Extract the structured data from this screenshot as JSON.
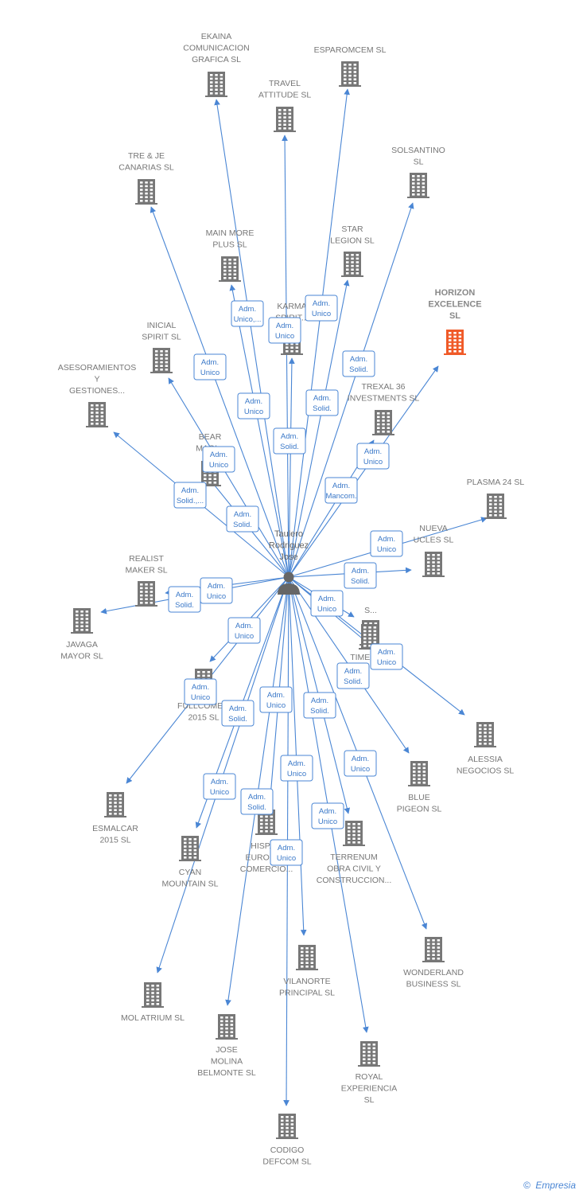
{
  "colors": {
    "edge": "#4a86d4",
    "node": "#777777",
    "highlight": "#f05a28",
    "center": "#666666"
  },
  "center": {
    "label": [
      "Taulero",
      "Rodriguez",
      "Jose"
    ],
    "icon": "person-icon"
  },
  "nodes": [
    {
      "id": "ekaina",
      "label": [
        "EKAINA",
        "COMUNICACION",
        "GRAFICA  SL"
      ],
      "icon": "building-icon"
    },
    {
      "id": "esparomcem",
      "label": [
        "ESPAROMCEM SL"
      ],
      "icon": "building-icon"
    },
    {
      "id": "travel",
      "label": [
        "TRAVEL",
        "ATTITUDE  SL"
      ],
      "icon": "building-icon"
    },
    {
      "id": "solsantino",
      "label": [
        "SOLSANTINO",
        "SL"
      ],
      "icon": "building-icon"
    },
    {
      "id": "treje",
      "label": [
        "TRE & JE",
        "CANARIAS  SL"
      ],
      "icon": "building-icon"
    },
    {
      "id": "mainmore",
      "label": [
        "MAIN MORE",
        "PLUS  SL"
      ],
      "icon": "building-icon"
    },
    {
      "id": "star",
      "label": [
        "STAR",
        "LEGION  SL"
      ],
      "icon": "building-icon"
    },
    {
      "id": "horizon",
      "label": [
        "HORIZON",
        "EXCELENCE",
        "SL"
      ],
      "icon": "building-icon",
      "highlight": true
    },
    {
      "id": "karma",
      "label": [
        "KARMA",
        "SPIRIT..."
      ],
      "icon": "building-icon"
    },
    {
      "id": "inicial",
      "label": [
        "INICIAL",
        "SPIRIT  SL"
      ],
      "icon": "building-icon"
    },
    {
      "id": "asesor",
      "label": [
        "ASESORAMIENTOS",
        "Y",
        "GESTIONES..."
      ],
      "icon": "building-icon"
    },
    {
      "id": "trexal",
      "label": [
        "TREXAL 36",
        "INVESTMENTS SL"
      ],
      "icon": "building-icon"
    },
    {
      "id": "bear",
      "label": [
        "BEAR",
        "MAGI..."
      ],
      "icon": "building-icon"
    },
    {
      "id": "plasma",
      "label": [
        "PLASMA 24 SL"
      ],
      "icon": "building-icon"
    },
    {
      "id": "nueva",
      "label": [
        "NUEVA",
        "UCLES  SL"
      ],
      "icon": "building-icon"
    },
    {
      "id": "realist",
      "label": [
        "REALIST",
        "MAKER  SL"
      ],
      "icon": "building-icon"
    },
    {
      "id": "javaga",
      "label": [
        "JAVAGA",
        "MAYOR  SL"
      ],
      "icon": "building-icon"
    },
    {
      "id": "sl3",
      "label": [
        "S..."
      ],
      "icon": "building-icon"
    },
    {
      "id": "time",
      "label": [
        "TIME...  SL"
      ],
      "icon": "building-icon"
    },
    {
      "id": "fullcome",
      "label": [
        "FULLCOME...",
        "2015  SL"
      ],
      "icon": "building-icon"
    },
    {
      "id": "alessia",
      "label": [
        "ALESSIA",
        "NEGOCIOS  SL"
      ],
      "icon": "building-icon"
    },
    {
      "id": "esmalcar",
      "label": [
        "ESMALCAR",
        "2015  SL"
      ],
      "icon": "building-icon"
    },
    {
      "id": "blue",
      "label": [
        "BLUE",
        "PIGEON  SL"
      ],
      "icon": "building-icon"
    },
    {
      "id": "cyan",
      "label": [
        "CYAN",
        "MOUNTAIN  SL"
      ],
      "icon": "building-icon"
    },
    {
      "id": "hispa",
      "label": [
        "HISPA...",
        "EUROPE...",
        "COMERCIO..."
      ],
      "icon": "building-icon"
    },
    {
      "id": "terrenum",
      "label": [
        "TERRENUM",
        "OBRA CIVIL Y",
        "CONSTRUCCION..."
      ],
      "icon": "building-icon"
    },
    {
      "id": "wonderland",
      "label": [
        "WONDERLAND",
        "BUSINESS  SL"
      ],
      "icon": "building-icon"
    },
    {
      "id": "molatrium",
      "label": [
        "MOL ATRIUM  SL"
      ],
      "icon": "building-icon"
    },
    {
      "id": "vilanorte",
      "label": [
        "VILANORTE",
        "PRINCIPAL  SL"
      ],
      "icon": "building-icon"
    },
    {
      "id": "josemolina",
      "label": [
        "JOSE",
        "MOLINA",
        "BELMONTE  SL"
      ],
      "icon": "building-icon"
    },
    {
      "id": "royal",
      "label": [
        "ROYAL",
        "EXPERIENCIA",
        "SL"
      ],
      "icon": "building-icon"
    },
    {
      "id": "codigo",
      "label": [
        "CODIGO",
        "DEFCOM  SL"
      ],
      "icon": "building-icon"
    }
  ],
  "roles": [
    {
      "target": "ekaina",
      "label": [
        "Adm.",
        "Unico"
      ]
    },
    {
      "target": "esparomcem",
      "label": [
        "Adm.",
        "Unico"
      ]
    },
    {
      "target": "travel",
      "label": [
        "Adm.",
        "Unico"
      ]
    },
    {
      "target": "solsantino",
      "label": [
        "Adm.",
        "Solid."
      ]
    },
    {
      "target": "treje",
      "label": [
        "Adm.",
        "Unico"
      ]
    },
    {
      "target": "mainmore",
      "label": [
        "Adm.",
        "Unico,..."
      ]
    },
    {
      "target": "star",
      "label": [
        "Adm.",
        "Solid."
      ]
    },
    {
      "target": "horizon",
      "label": [
        "Adm.",
        "Unico"
      ]
    },
    {
      "target": "karma",
      "label": [
        "Adm.",
        "Solid."
      ]
    },
    {
      "target": "inicial",
      "label": [
        "Adm.",
        "Unico"
      ]
    },
    {
      "target": "asesor",
      "label": [
        "Adm.",
        "Solid.,..."
      ]
    },
    {
      "target": "trexal",
      "label": [
        "Adm.",
        "Mancom."
      ]
    },
    {
      "target": "bear",
      "label": [
        "Adm.",
        "Solid."
      ]
    },
    {
      "target": "plasma",
      "label": [
        "Adm.",
        "Unico"
      ]
    },
    {
      "target": "nueva",
      "label": [
        "Adm.",
        "Solid."
      ]
    },
    {
      "target": "realist",
      "label": [
        "Adm.",
        "Unico"
      ]
    },
    {
      "target": "javaga",
      "label": [
        "Adm.",
        "Solid."
      ]
    },
    {
      "target": "sl3",
      "label": [
        "Adm.",
        "Unico"
      ]
    },
    {
      "target": "alessia",
      "label": [
        "Adm.",
        "Unico"
      ]
    },
    {
      "target": "time",
      "label": [
        "Adm.",
        "Solid."
      ]
    },
    {
      "target": "fullcome",
      "label": [
        "Adm.",
        "Unico"
      ]
    },
    {
      "target": "esmalcar",
      "label": [
        "Adm.",
        "Unico"
      ]
    },
    {
      "target": "blue",
      "label": [
        "Adm.",
        "Solid."
      ]
    },
    {
      "target": "cyan",
      "label": [
        "Adm.",
        "Unico"
      ]
    },
    {
      "target": "wonderland",
      "label": [
        "Adm.",
        "Unico"
      ]
    },
    {
      "target": "molatrium",
      "label": [
        "Adm.",
        "Solid."
      ]
    },
    {
      "target": "terrenum",
      "label": [
        "Adm.",
        "Unico"
      ]
    },
    {
      "target": "hispa",
      "label": [
        "Adm.",
        "Unico"
      ]
    },
    {
      "target": "vilanorte",
      "label": [
        "Adm.",
        "Unico"
      ]
    },
    {
      "target": "josemolina",
      "label": [
        "Adm.",
        "Solid."
      ]
    },
    {
      "target": "royal",
      "label": [
        "Adm.",
        "Unico"
      ]
    },
    {
      "target": "codigo",
      "label": [
        "Adm.",
        "Unico"
      ]
    }
  ],
  "footer": {
    "copyright": "©",
    "brand": "Empresia"
  }
}
